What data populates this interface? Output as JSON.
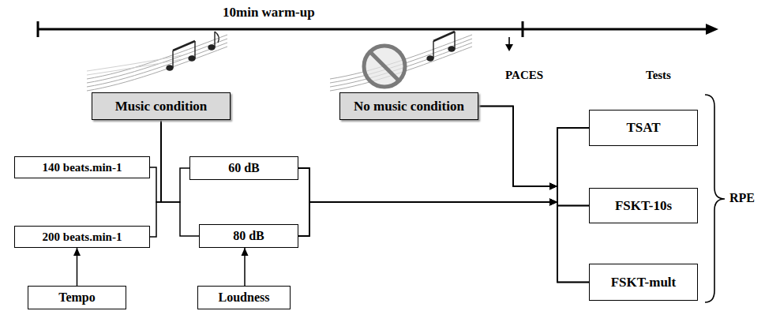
{
  "diagram": {
    "nodes": [
      {
        "text": [
          "Music condition"
        ]
      },
      {
        "text": [
          "No music condition"
        ]
      },
      {
        "text": [
          "140 beats.min-1"
        ]
      },
      {
        "text": [
          "200 beats.min-1"
        ]
      },
      {
        "text": [
          "60 dB"
        ]
      },
      {
        "text": [
          "80 dB"
        ]
      },
      {
        "text": [
          "Tempo"
        ]
      },
      {
        "text": [
          "Loudness"
        ]
      },
      {
        "text": [
          "TSAT"
        ]
      },
      {
        "text": [
          "FSKT-10s"
        ]
      },
      {
        "text": [
          "FSKT-mult"
        ]
      }
    ],
    "edges": [
      {
        "from": 0,
        "to": 2,
        "arrow": "none"
      },
      {
        "from": 0,
        "to": 3,
        "arrow": "none"
      },
      {
        "from": 0,
        "to": 4,
        "arrow": "none"
      },
      {
        "from": 0,
        "to": 5,
        "arrow": "none"
      },
      {
        "from": 6,
        "to": 3,
        "arrow": "to"
      },
      {
        "from": 7,
        "to": 5,
        "arrow": "to"
      },
      {
        "from": 4,
        "to": 8,
        "arrow": "to"
      },
      {
        "from": 4,
        "to": 9,
        "arrow": "to"
      },
      {
        "from": 4,
        "to": 10,
        "arrow": "to"
      },
      {
        "from": 5,
        "to": 8,
        "arrow": "to"
      },
      {
        "from": 5,
        "to": 9,
        "arrow": "to"
      },
      {
        "from": 5,
        "to": 10,
        "arrow": "to"
      },
      {
        "from": 1,
        "to": 8,
        "arrow": "to"
      },
      {
        "from": 1,
        "to": 9,
        "arrow": "to"
      },
      {
        "from": 1,
        "to": 10,
        "arrow": "to"
      }
    ],
    "labels": [
      "10min warm-up",
      "PACES",
      "Tests",
      "RPE"
    ]
  }
}
